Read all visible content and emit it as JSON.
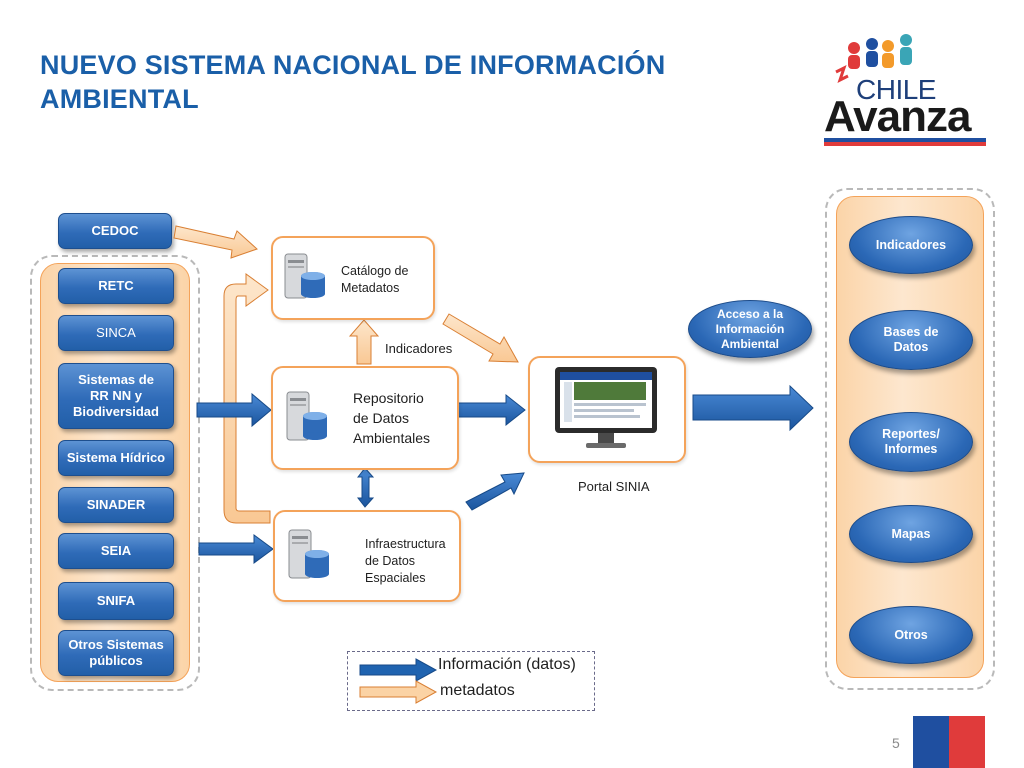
{
  "title": {
    "line1": "NUEVO SISTEMA NACIONAL DE INFORMACIÓN",
    "line2": "AMBIENTAL"
  },
  "logo": {
    "word1": "CHILE",
    "word2": "Avanza"
  },
  "sources": {
    "top": "CEDOC",
    "items": [
      {
        "label": "RETC",
        "bold": true
      },
      {
        "label": "SINCA",
        "bold": false
      },
      {
        "label": "Sistemas de\nRR NN y\nBiodiversidad",
        "bold": true
      },
      {
        "label": "Sistema  Hídrico",
        "bold": true
      },
      {
        "label": "SINADER",
        "bold": true
      },
      {
        "label": "SEIA",
        "bold": true
      },
      {
        "label": "SNIFA",
        "bold": true
      },
      {
        "label": "Otros Sistemas\npúblicos",
        "bold": true
      }
    ]
  },
  "nodes": {
    "catalogo": "Catálogo de\nMetadatos",
    "repositorio": "Repositorio\nde Datos\nAmbientales",
    "infraestructura": "Infraestructura\nde Datos\nEspaciales",
    "portal": "Portal SINIA"
  },
  "labels": {
    "indicadores_arrow": "Indicadores",
    "acceso": "Acceso a la\nInformación\nAmbiental"
  },
  "outputs": [
    "Indicadores",
    "Bases de\nDatos",
    "Reportes/\nInformes",
    "Mapas",
    "Otros"
  ],
  "legend": {
    "data": "Información (datos)",
    "metadata": "metadatos"
  },
  "page_number": "5",
  "colors": {
    "title": "#1a5fa8",
    "data_arrow": "#1f63b0",
    "metadata_arrow": "#fbd3a5",
    "box_border": "#f4a35a",
    "flag_blue": "#1f4fa0",
    "flag_red": "#e03b3b"
  }
}
